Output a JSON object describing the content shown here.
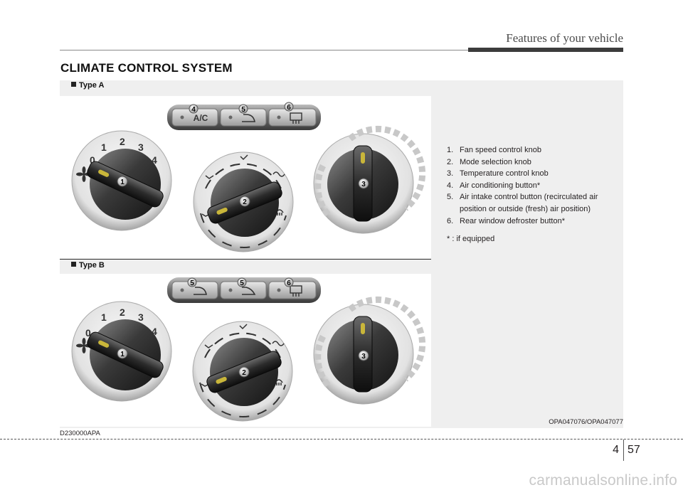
{
  "header": {
    "title": "Features of your vehicle"
  },
  "section_title": "CLIMATE CONTROL SYSTEM",
  "figure_a": {
    "label": "Type A",
    "buttons": [
      {
        "callout": "4",
        "text": "A/C",
        "icon": "ac-text"
      },
      {
        "callout": "5",
        "icon": "recirculation-icon"
      },
      {
        "callout": "6",
        "icon": "rear-defrost-icon"
      }
    ],
    "knobs": [
      {
        "callout": "1",
        "scale": [
          "0",
          "1",
          "2",
          "3",
          "4"
        ],
        "icon": "fan-icon"
      },
      {
        "callout": "2",
        "icon": "mode-icons"
      },
      {
        "callout": "3",
        "icon": "temperature-scale"
      }
    ]
  },
  "figure_b": {
    "label": "Type B",
    "buttons": [
      {
        "callout": "5",
        "icon": "recirculation-icon"
      },
      {
        "callout": "5",
        "icon": "fresh-air-icon"
      },
      {
        "callout": "6",
        "icon": "rear-defrost-icon"
      }
    ],
    "knobs": [
      {
        "callout": "1",
        "scale": [
          "0",
          "1",
          "2",
          "3",
          "4"
        ],
        "icon": "fan-icon"
      },
      {
        "callout": "2",
        "icon": "mode-icons"
      },
      {
        "callout": "3",
        "icon": "temperature-scale"
      }
    ]
  },
  "legend": {
    "items": [
      {
        "num": "1.",
        "text": "Fan speed control knob"
      },
      {
        "num": "2.",
        "text": "Mode selection knob"
      },
      {
        "num": "3.",
        "text": "Temperature control knob"
      },
      {
        "num": "4.",
        "text": "Air conditioning button*"
      },
      {
        "num": "5.",
        "text": "Air intake control button (recirculated air position or outside (fresh) air position)"
      },
      {
        "num": "6.",
        "text": "Rear window defroster button*"
      }
    ],
    "note": "* : if equipped"
  },
  "figure_code": "OPA047076/OPA047077",
  "doc_code": "D230000APA",
  "footer": {
    "chapter": "4",
    "page": "57"
  },
  "watermark": "carmanualsonline.info"
}
